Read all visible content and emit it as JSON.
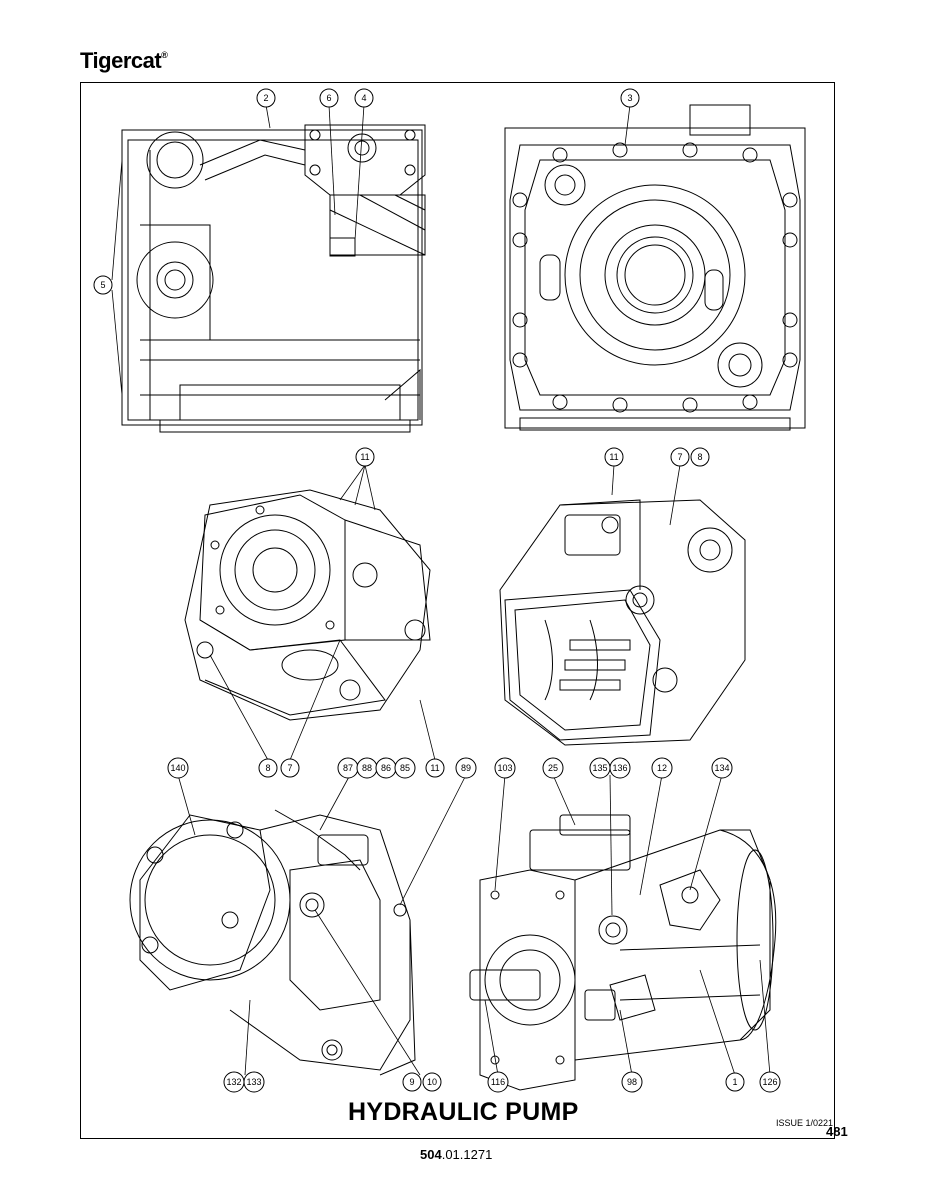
{
  "brand": {
    "name": "Tigercat",
    "mark": "®"
  },
  "title": "HYDRAULIC PUMP",
  "issue": "ISSUE 1/0221",
  "page_number": "481",
  "part_number": {
    "bold": "504",
    "rest": ".01.1271"
  },
  "callouts": {
    "view_top_left": [
      "2",
      "6",
      "4",
      "5"
    ],
    "view_top_right": [
      "3"
    ],
    "view_mid_left": [
      "11",
      "8",
      "7",
      "11"
    ],
    "view_mid_right": [
      "11",
      "7",
      "8"
    ],
    "view_bottom_left_top": [
      "140",
      "87",
      "88",
      "86",
      "85",
      "89"
    ],
    "view_bottom_left_bottom": [
      "132",
      "133",
      "9",
      "10"
    ],
    "view_bottom_right_top": [
      "103",
      "25",
      "135",
      "136",
      "12",
      "134"
    ],
    "view_bottom_right_bottom": [
      "116",
      "98",
      "1",
      "126"
    ]
  }
}
